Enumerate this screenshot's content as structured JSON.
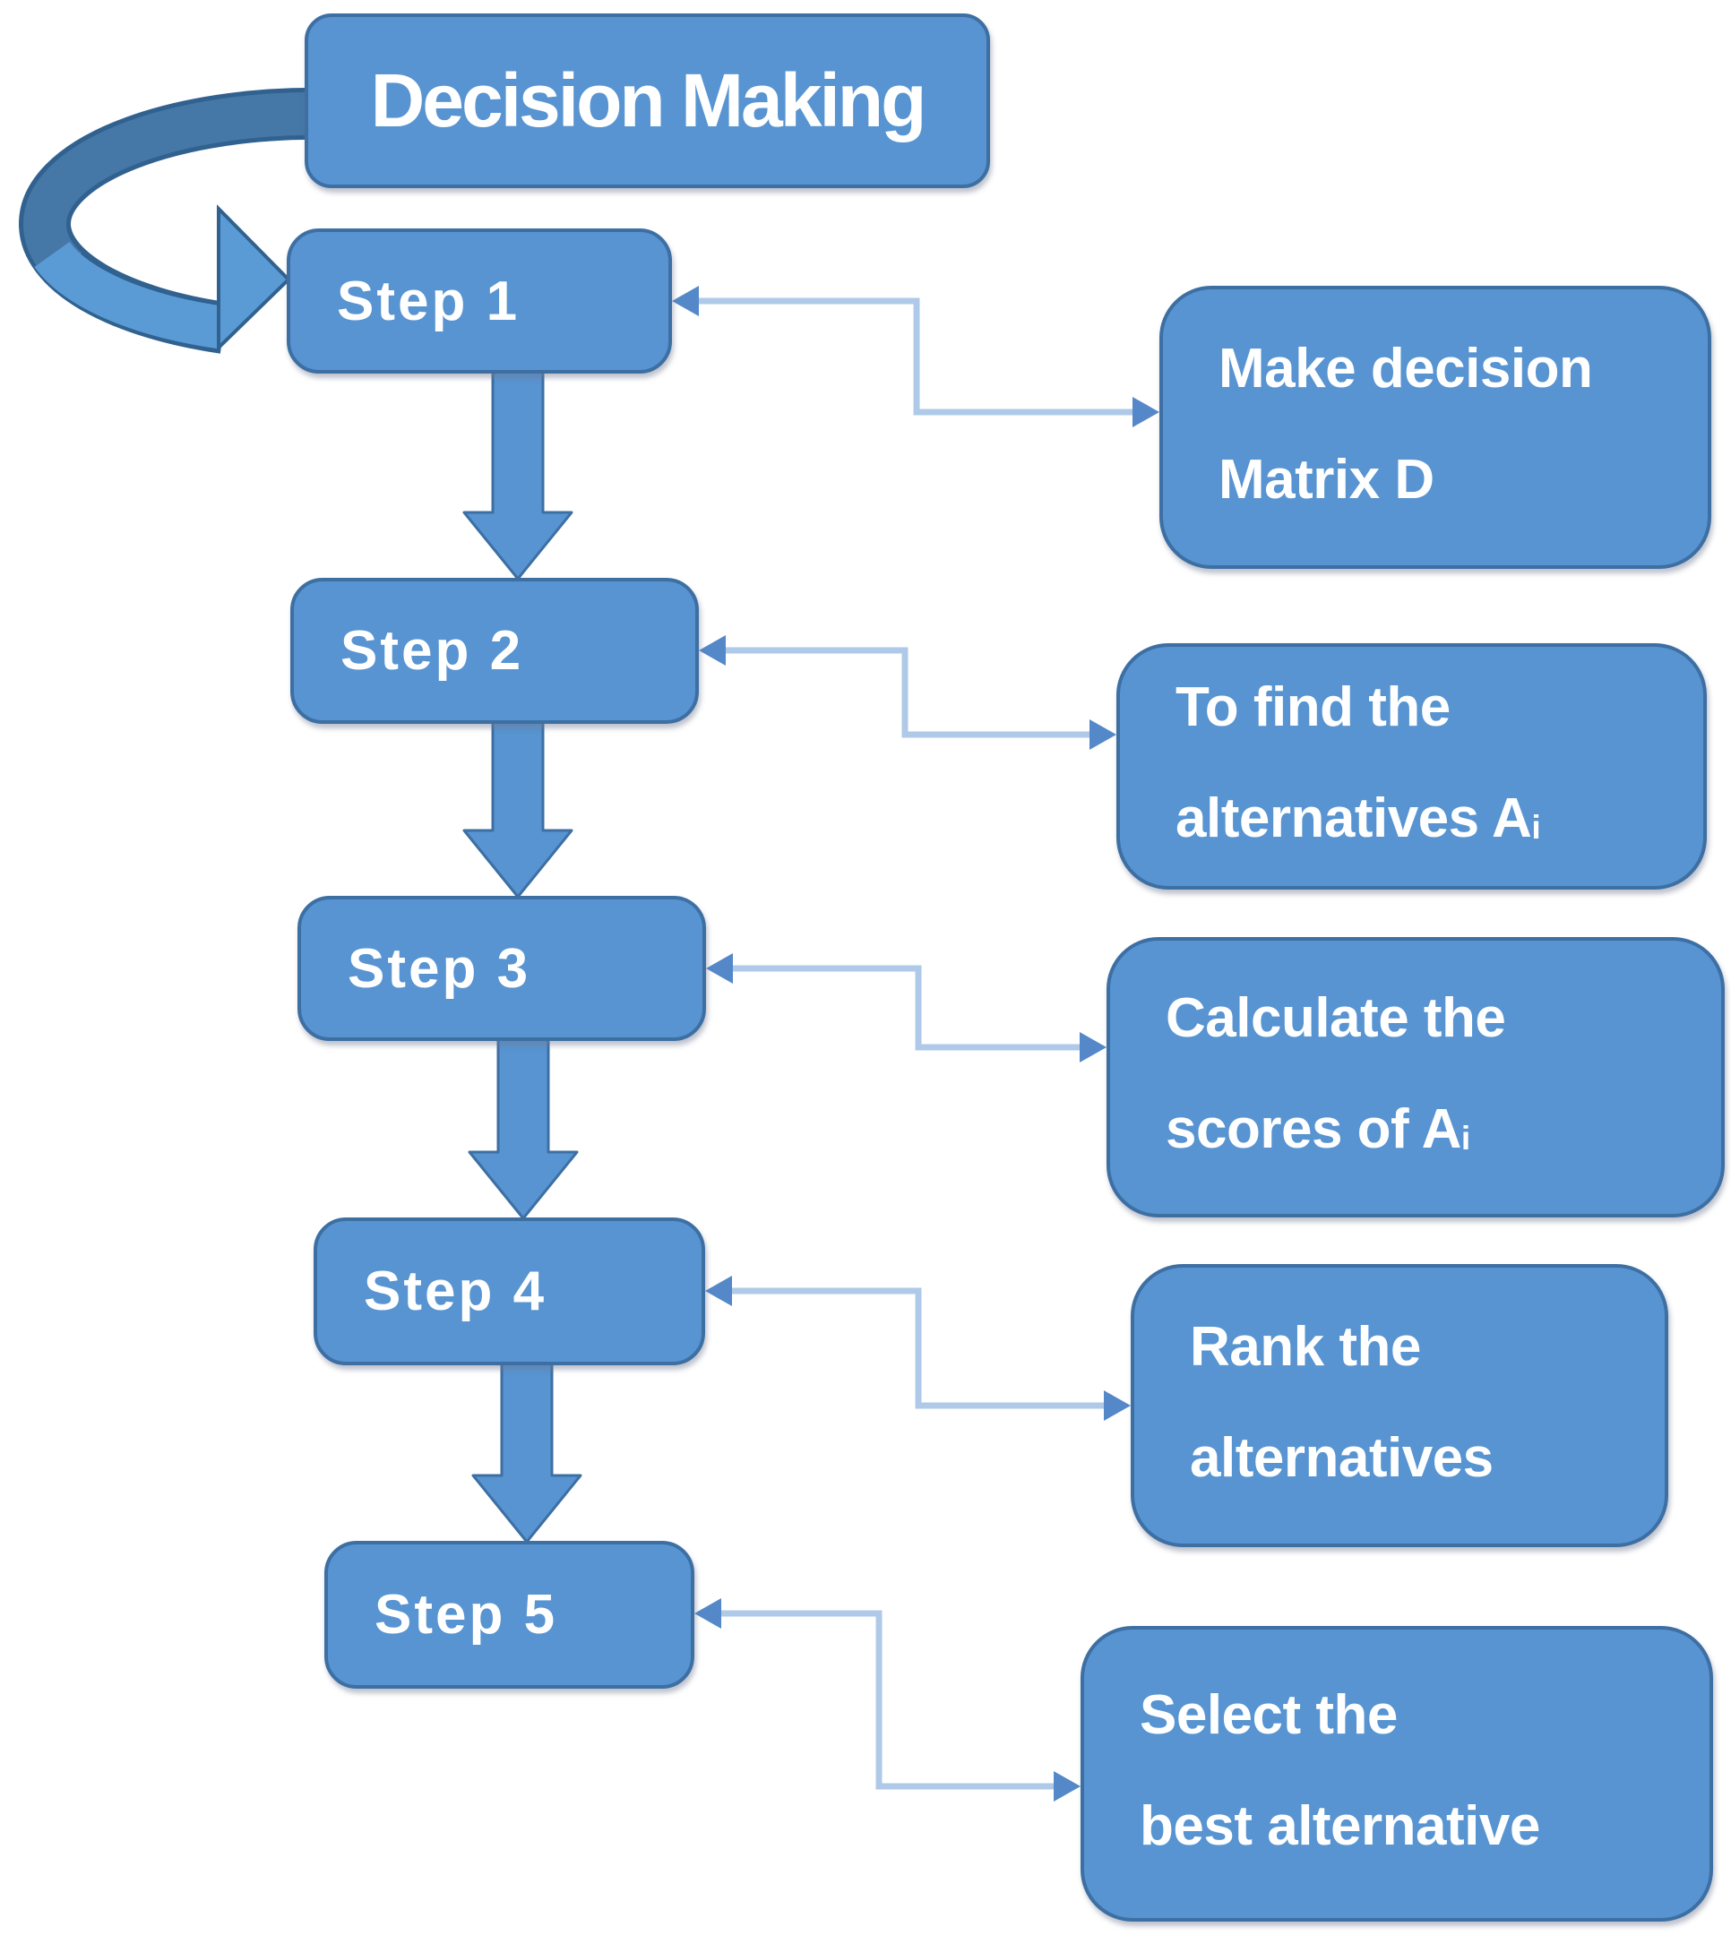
{
  "flow": {
    "title": "Decision Making",
    "steps": [
      {
        "label": "Step 1",
        "desc": {
          "line1": "Make decision",
          "line2": "Matrix D",
          "line2_sub": ""
        }
      },
      {
        "label": "Step 2",
        "desc": {
          "line1": "To find the",
          "line2": "alternatives A",
          "line2_sub": "i"
        }
      },
      {
        "label": "Step 3",
        "desc": {
          "line1": "Calculate the",
          "line2": "scores of A",
          "line2_sub": "i"
        }
      },
      {
        "label": "Step 4",
        "desc": {
          "line1": "Rank the",
          "line2": "alternatives",
          "line2_sub": ""
        }
      },
      {
        "label": "Step 5",
        "desc": {
          "line1": "Select the",
          "line2": "best alternative",
          "line2_sub": ""
        }
      }
    ]
  },
  "colors": {
    "background": "#FFFFFF",
    "box-fill": "#5794D1",
    "box-border": "#3D6FA3",
    "band-dark": "#4577A7",
    "band-light": "#5B9BD5",
    "band-outline": "#30618F",
    "connector-line": "#AFC9E8",
    "connector-arrow": "#5488C8",
    "text": "#FFFFFF"
  }
}
